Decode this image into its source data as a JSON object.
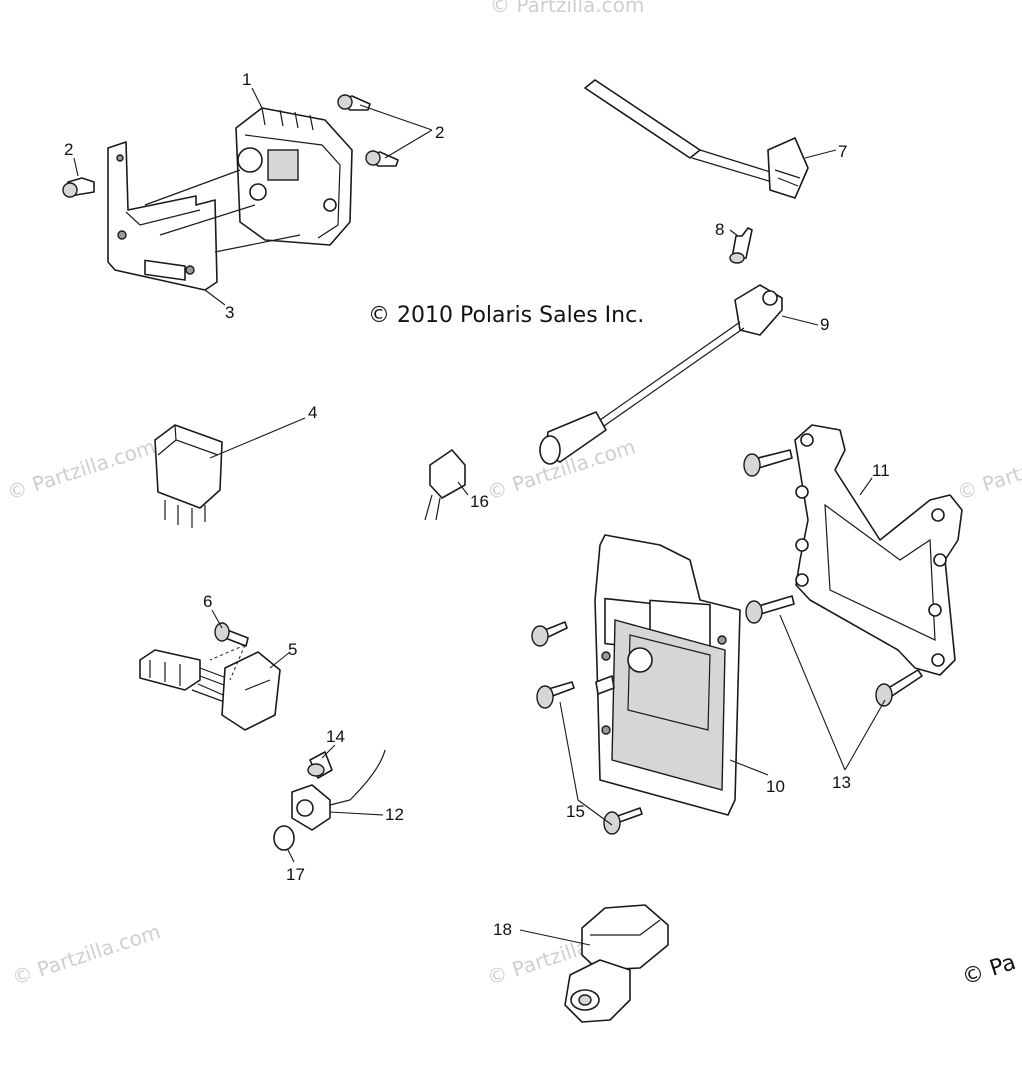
{
  "copyright_text": "© 2010 Polaris Sales Inc.",
  "watermarks": [
    "© Partzilla.com",
    "© Partzilla.com",
    "© Partzilla.com",
    "© Partzilla.com",
    "© Partzilla.com",
    "© Partzilla.com"
  ],
  "edge_watermark": "© Pa",
  "callouts": {
    "c1": "1",
    "c2a": "2",
    "c2b": "2",
    "c3": "3",
    "c4": "4",
    "c5": "5",
    "c6": "6",
    "c7": "7",
    "c8": "8",
    "c9": "9",
    "c10": "10",
    "c11": "11",
    "c12": "12",
    "c13": "13",
    "c14": "14",
    "c15": "15",
    "c16": "16",
    "c17": "17",
    "c18": "18"
  }
}
